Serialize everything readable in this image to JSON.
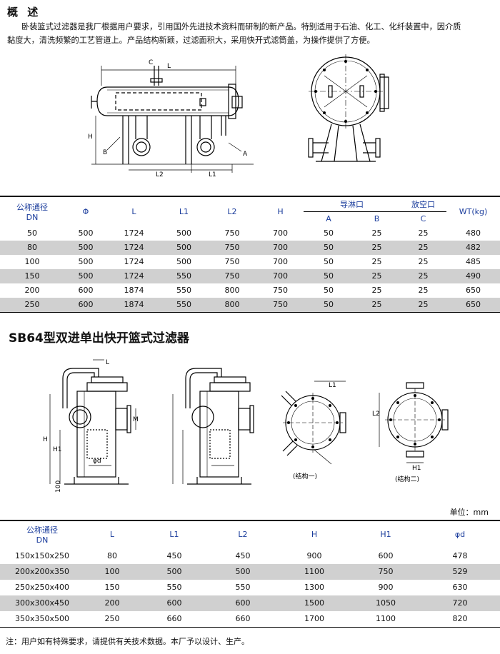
{
  "overview": {
    "title": "概 述",
    "line1": "卧装篮式过滤器是我厂根据用户要求，引用国外先进技术资料而研制的新产品。特别适用于石油、化工、化纤装置中，因介质",
    "line2": "黏度大，清洗频繁的工艺管道上。产品结构新颖，过滤面积大，采用快开式滤筒盖，为操作提供了方便。"
  },
  "drawing1": {
    "labels": [
      "C",
      "L",
      "H",
      "B",
      "L2",
      "L1",
      "A"
    ]
  },
  "table1": {
    "headers": {
      "dn": [
        "公称通径",
        "DN"
      ],
      "phi": "Φ",
      "l": "L",
      "l1": "L1",
      "l2": "L2",
      "h": "H",
      "drain": "导淋口",
      "vent": "放空口",
      "a": "A",
      "b": "B",
      "c": "C",
      "wt": "WT(kg)"
    },
    "rows": [
      [
        "50",
        "500",
        "1724",
        "500",
        "750",
        "700",
        "50",
        "25",
        "25",
        "480"
      ],
      [
        "80",
        "500",
        "1724",
        "500",
        "750",
        "700",
        "50",
        "25",
        "25",
        "482"
      ],
      [
        "100",
        "500",
        "1724",
        "500",
        "750",
        "700",
        "50",
        "25",
        "25",
        "485"
      ],
      [
        "150",
        "500",
        "1724",
        "550",
        "750",
        "700",
        "50",
        "25",
        "25",
        "490"
      ],
      [
        "200",
        "600",
        "1874",
        "550",
        "800",
        "750",
        "50",
        "25",
        "25",
        "650"
      ],
      [
        "250",
        "600",
        "1874",
        "550",
        "800",
        "750",
        "50",
        "25",
        "25",
        "650"
      ]
    ]
  },
  "sb64": {
    "title": "SB64型双进单出快开篮式过滤器",
    "labels": [
      "L",
      "H",
      "H1",
      "M",
      "φd",
      "100",
      "L1",
      "L2",
      "H1"
    ],
    "caption1": "(结构一)",
    "caption2": "(结构二)",
    "unit": "单位：mm"
  },
  "table2": {
    "headers": {
      "dn": [
        "公称通径",
        "DN"
      ],
      "l": "L",
      "l1": "L1",
      "l2": "L2",
      "h": "H",
      "h1": "H1",
      "phid": "φd"
    },
    "rows": [
      [
        "150x150x250",
        "80",
        "450",
        "450",
        "900",
        "600",
        "478"
      ],
      [
        "200x200x350",
        "100",
        "500",
        "500",
        "1100",
        "750",
        "529"
      ],
      [
        "250x250x400",
        "150",
        "550",
        "550",
        "1300",
        "900",
        "630"
      ],
      [
        "300x300x450",
        "200",
        "600",
        "600",
        "1500",
        "1050",
        "720"
      ],
      [
        "350x350x500",
        "250",
        "660",
        "660",
        "1700",
        "1100",
        "820"
      ]
    ]
  },
  "note": "注：用户如有特殊要求，请提供有关技术数据。本厂予以设计、生产。"
}
